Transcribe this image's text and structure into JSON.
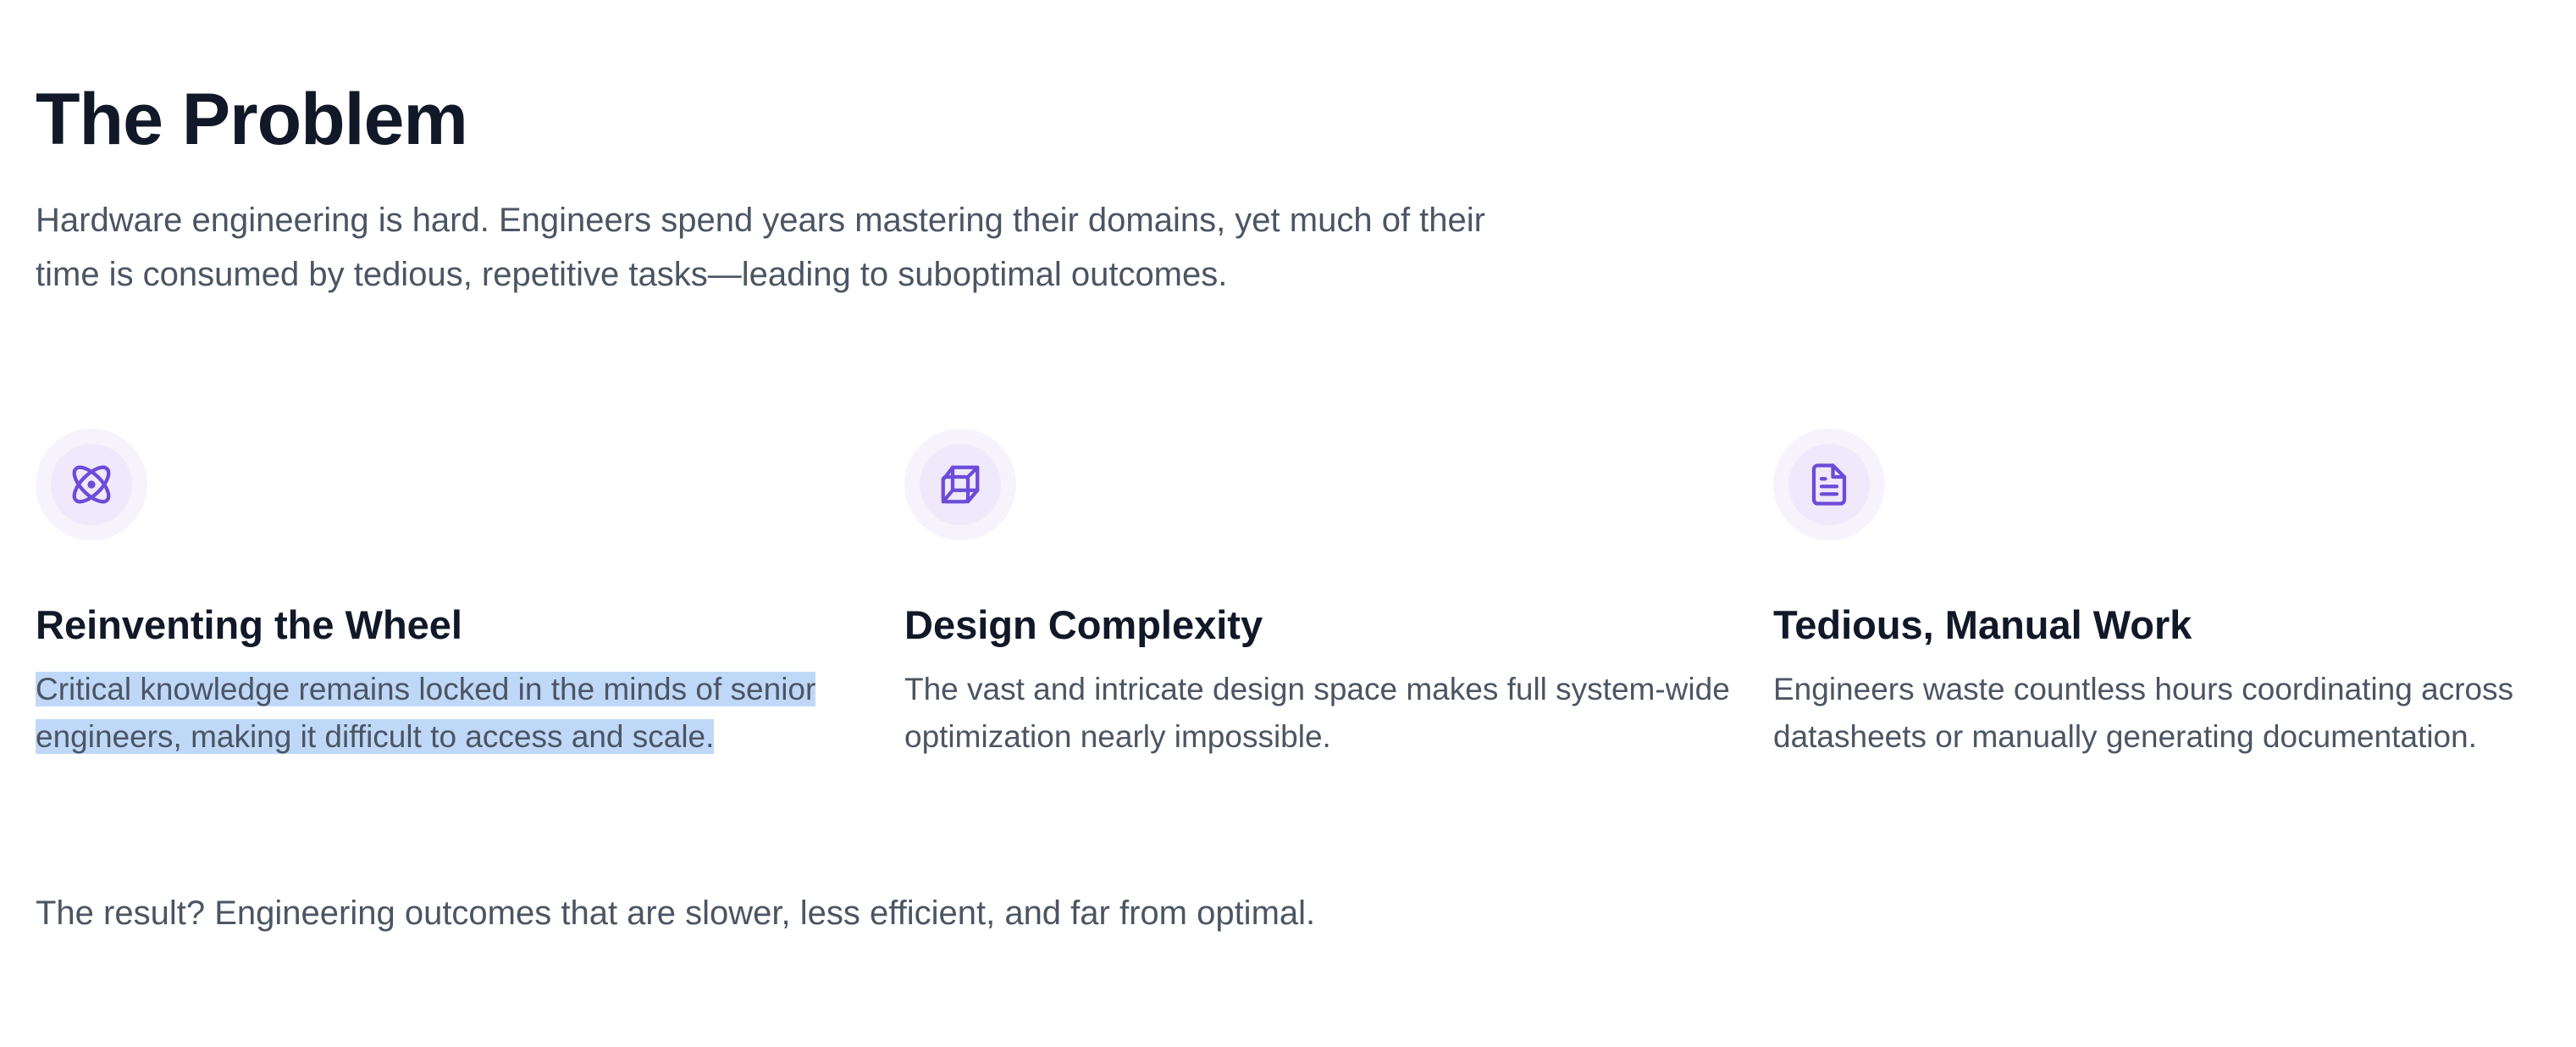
{
  "section": {
    "title": "The Problem",
    "intro": "Hardware engineering is hard. Engineers spend years mastering their domains, yet much of their time is consumed by tedious, repetitive tasks—leading to suboptimal outcomes."
  },
  "features": [
    {
      "icon": "atom-icon",
      "title": "Reinventing the Wheel",
      "description": "Critical knowledge remains locked in the minds of senior engineers, making it difficult to access and scale."
    },
    {
      "icon": "cube-icon",
      "title": "Design Complexity",
      "description": "The vast and intricate design space makes full system-wide optimization nearly impossible."
    },
    {
      "icon": "document-icon",
      "title": "Tedious, Manual Work",
      "description": "Engineers waste countless hours coordinating across datasheets or manually generating documentation."
    }
  ],
  "result": "The result? Engineering outcomes that are slower, less efficient, and far from optimal.",
  "colors": {
    "heading": "#111827",
    "body_text": "#4b5563",
    "accent": "#6d4bd8",
    "icon_background": "#efe9fb",
    "selection": "#bfd8f8"
  }
}
